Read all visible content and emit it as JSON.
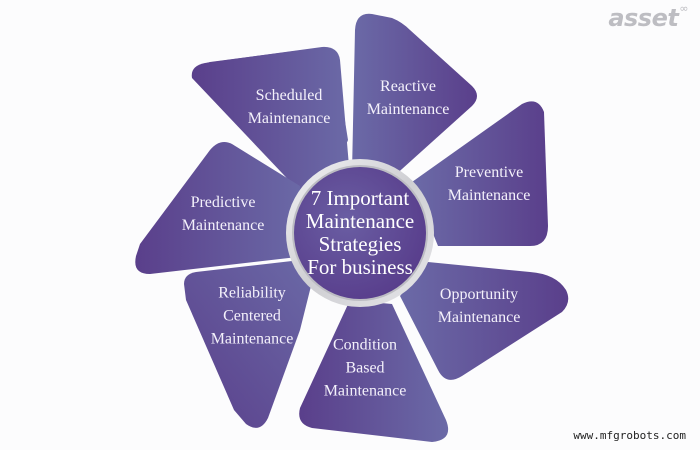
{
  "logo": {
    "text": "asset",
    "mark": "∞"
  },
  "center": {
    "lines": [
      "7 Important",
      "Maintenance",
      "Strategies",
      "For business"
    ]
  },
  "petals": [
    {
      "id": "scheduled",
      "lines": [
        "Scheduled",
        "Maintenance"
      ]
    },
    {
      "id": "reactive",
      "lines": [
        "Reactive",
        "Maintenance"
      ]
    },
    {
      "id": "preventive",
      "lines": [
        "Preventive",
        "Maintenance"
      ]
    },
    {
      "id": "opportunity",
      "lines": [
        "Opportunity",
        "Maintenance"
      ]
    },
    {
      "id": "condition-based",
      "lines": [
        "Condition",
        "Based",
        "Maintenance"
      ]
    },
    {
      "id": "reliability-centered",
      "lines": [
        "Reliability",
        "Centered",
        "Maintenance"
      ]
    },
    {
      "id": "predictive",
      "lines": [
        "Predictive",
        "Maintenance"
      ]
    }
  ],
  "watermark": "www.mfgrobots.com",
  "colors": {
    "petal_dark": "#5a3f8c",
    "petal_light": "#6a6aa6",
    "ring": "#d9d9dc",
    "background": "#fcfcfd"
  }
}
